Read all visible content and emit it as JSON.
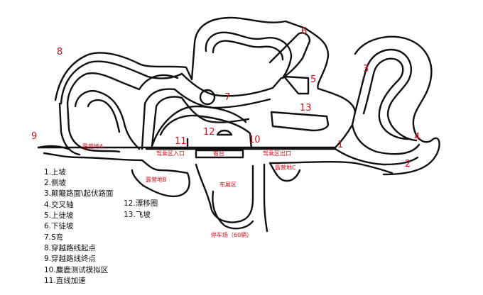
{
  "numbers": {
    "n1": "1",
    "n2": "2",
    "n3": "3",
    "n4": "4",
    "n5": "5",
    "n6": "6",
    "n7": "7",
    "n8": "8",
    "n9": "9",
    "n10": "10",
    "n11": "11",
    "n12": "12",
    "n13": "13"
  },
  "labels": {
    "campA": "露营地A",
    "campB": "露营地B",
    "campC": "露营地C",
    "entrance": "驾乘区入口",
    "stage": "看台",
    "exit": "驾乘区出口",
    "expo": "布展区",
    "parking": "停车场（60辆）"
  },
  "legend": {
    "items": [
      "1.上坡",
      "2.侧坡",
      "3.颠簸路面\\起伏路面",
      "4.交叉轴",
      "5.上徒坡",
      "6.下徒坡",
      "7.S弯",
      "8.穿越路线起点",
      "9.穿越路线终点",
      "10.麋鹿测试模拟区",
      "11.直线加速"
    ],
    "items2": [
      "12.漂移圈",
      "13.飞坡"
    ]
  }
}
